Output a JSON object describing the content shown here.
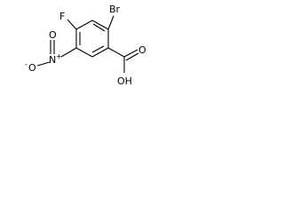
{
  "molecule": {
    "atoms": {
      "bromine": "Br",
      "fluorine": "F",
      "nitro_nitrogen": "N",
      "nitro_charge_plus": "+",
      "nitro_charge_minus": "-",
      "nitro_oxygen_double": "O",
      "nitro_oxygen_single": "O",
      "carbonyl_oxygen": "O",
      "hydroxyl": "OH"
    },
    "colors": {
      "foreground": "#000000",
      "background": "#ffffff"
    }
  }
}
